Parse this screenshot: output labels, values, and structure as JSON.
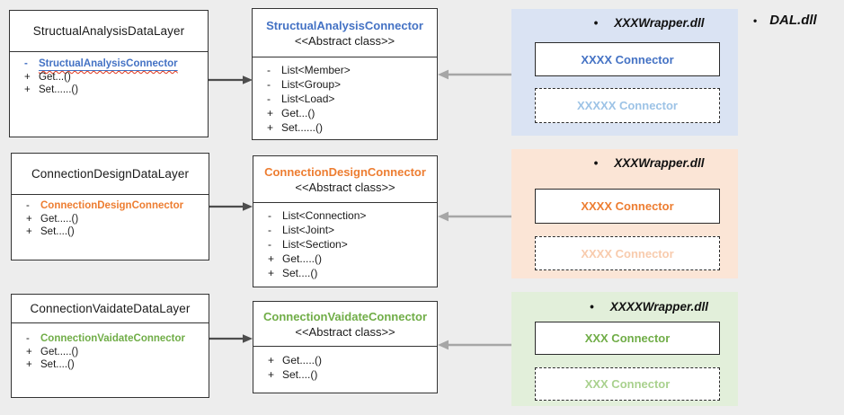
{
  "colors": {
    "background": "#EDEDED",
    "box_border": "#333333",
    "black_arrow": "#4D4D4D",
    "gray_arrow": "#A6A6A6",
    "spellcheck_underline": "#E0341B",
    "accent_blue": "#4472C4",
    "accent_orange": "#ED7D31",
    "accent_green": "#70AD47",
    "light_blue": "#9DC3E6",
    "light_orange": "#F8CBAD",
    "light_green": "#A9D18E",
    "panel_blue_bg": "#DAE3F3",
    "panel_orange_bg": "#FBE5D6",
    "panel_green_bg": "#E2EFDA"
  },
  "header_note": {
    "bullet": "•",
    "label": "DAL.dll"
  },
  "rows": [
    {
      "name": "structural-analysis",
      "data_layer": {
        "title": "StructualAnalysisDataLayer",
        "members": [
          {
            "prefix": "-",
            "text": "StructualAnalysisConnector"
          },
          {
            "prefix": "+",
            "text": "Get...()"
          },
          {
            "prefix": "+",
            "text": "Set......()"
          }
        ]
      },
      "abstract": {
        "title": "StructualAnalysisConnector",
        "stereotype": "<<Abstract class>>",
        "members": [
          {
            "prefix": "-",
            "text": "List<Member>"
          },
          {
            "prefix": "-",
            "text": "List<Group>"
          },
          {
            "prefix": "-",
            "text": "List<Load>"
          },
          {
            "prefix": "+",
            "text": "Get...()"
          },
          {
            "prefix": "+",
            "text": "Set......()"
          }
        ]
      },
      "panel": {
        "bullet": "•",
        "wrapper_label": "XXXWrapper.dll",
        "solid_connector_label": "XXXX Connector",
        "dashed_connector_label": "XXXXX Connector"
      }
    },
    {
      "name": "connection-design",
      "data_layer": {
        "title": "ConnectionDesignDataLayer",
        "members": [
          {
            "prefix": "-",
            "text": "ConnectionDesignConnector"
          },
          {
            "prefix": "+",
            "text": "Get.....()"
          },
          {
            "prefix": "+",
            "text": "Set....()"
          }
        ]
      },
      "abstract": {
        "title": "ConnectionDesignConnector",
        "stereotype": "<<Abstract class>>",
        "members": [
          {
            "prefix": "-",
            "text": "List<Connection>"
          },
          {
            "prefix": "-",
            "text": "List<Joint>"
          },
          {
            "prefix": "-",
            "text": "List<Section>"
          },
          {
            "prefix": "+",
            "text": "Get.....()"
          },
          {
            "prefix": "+",
            "text": "Set....()"
          }
        ]
      },
      "panel": {
        "bullet": "•",
        "wrapper_label": "XXXWrapper.dll",
        "solid_connector_label": "XXXX Connector",
        "dashed_connector_label": "XXXX Connector"
      }
    },
    {
      "name": "connection-validate",
      "data_layer": {
        "title": "ConnectionVaidateDataLayer",
        "members": [
          {
            "prefix": "-",
            "text": "ConnectionVaidateConnector"
          },
          {
            "prefix": "+",
            "text": "Get.....()"
          },
          {
            "prefix": "+",
            "text": "Set....()"
          }
        ]
      },
      "abstract": {
        "title": "ConnectionVaidateConnector",
        "stereotype": "<<Abstract class>>",
        "members": [
          {
            "prefix": "+",
            "text": "Get.....()"
          },
          {
            "prefix": "+",
            "text": "Set....()"
          }
        ]
      },
      "panel": {
        "bullet": "•",
        "wrapper_label": "XXXXWrapper.dll",
        "solid_connector_label": "XXX Connector",
        "dashed_connector_label": "XXX Connector"
      }
    }
  ]
}
